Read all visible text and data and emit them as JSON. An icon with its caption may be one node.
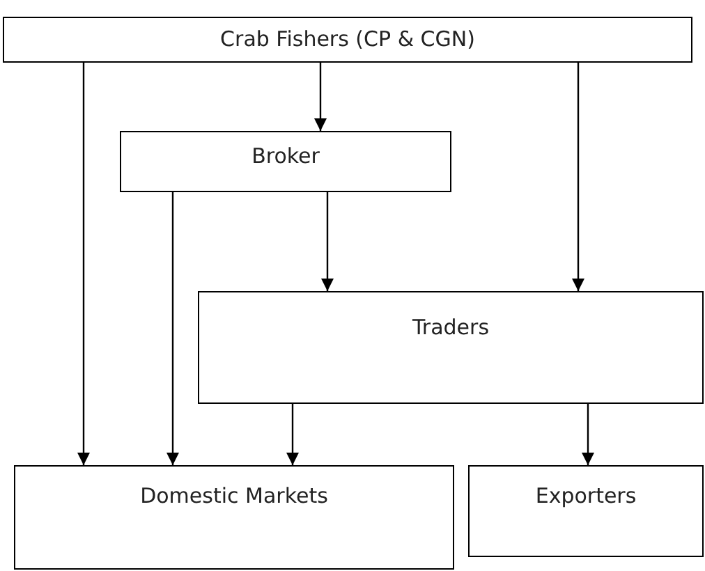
{
  "diagram": {
    "nodes": [
      {
        "text": [
          "Crab Fishers (CP & CGN)"
        ]
      },
      {
        "text": [
          "Broker"
        ]
      },
      {
        "text": [
          "Traders"
        ]
      },
      {
        "text": [
          "Domestic Markets"
        ]
      },
      {
        "text": [
          "Exporters"
        ]
      }
    ],
    "edges": [
      {
        "from": 0,
        "to": 3,
        "arrow": "to"
      },
      {
        "from": 0,
        "to": 1,
        "arrow": "to"
      },
      {
        "from": 0,
        "to": 2,
        "arrow": "to"
      },
      {
        "from": 1,
        "to": 3,
        "arrow": "to"
      },
      {
        "from": 1,
        "to": 2,
        "arrow": "to"
      },
      {
        "from": 2,
        "to": 3,
        "arrow": "to"
      },
      {
        "from": 2,
        "to": 4,
        "arrow": "to"
      }
    ]
  }
}
